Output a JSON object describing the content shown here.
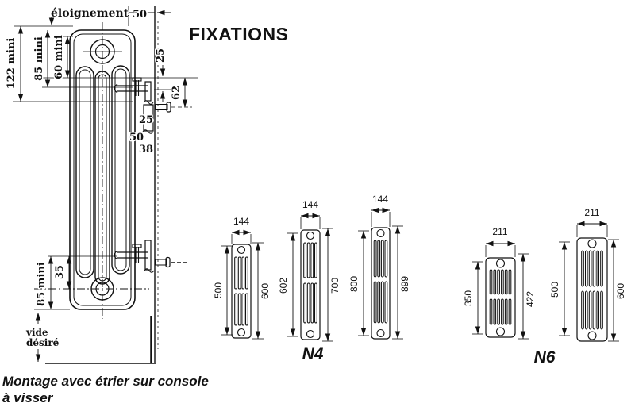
{
  "title": "FIXATIONS",
  "caption": {
    "line1": "Montage avec étrier sur console",
    "line2": "à visser"
  },
  "colors": {
    "ink": "#111111",
    "paper": "#ffffff"
  },
  "fixation": {
    "eloignement": "éloignement",
    "wall_offset": "50",
    "min_top": "122 mini",
    "min_mid": "85 mini",
    "min_inner": "60 mini",
    "hook_offset": "25",
    "screw_drop": "62",
    "plate_a": "25",
    "plate_b": "50",
    "plate_c": "38",
    "bottom_hook": "35",
    "min_bottom": "85 mini",
    "void1": "vide",
    "void2": "désiré"
  },
  "groups": [
    {
      "label": "N4",
      "radiators": [
        {
          "width": "144",
          "axis_height": "500",
          "overall_height": "600"
        },
        {
          "width": "144",
          "axis_height": "602",
          "overall_height": "700"
        },
        {
          "width": "144",
          "axis_height": "800",
          "overall_height": "899"
        }
      ]
    },
    {
      "label": "N6",
      "radiators": [
        {
          "width": "211",
          "axis_height": "350",
          "overall_height": "422"
        },
        {
          "width": "211",
          "axis_height": "500",
          "overall_height": "600"
        }
      ]
    }
  ]
}
